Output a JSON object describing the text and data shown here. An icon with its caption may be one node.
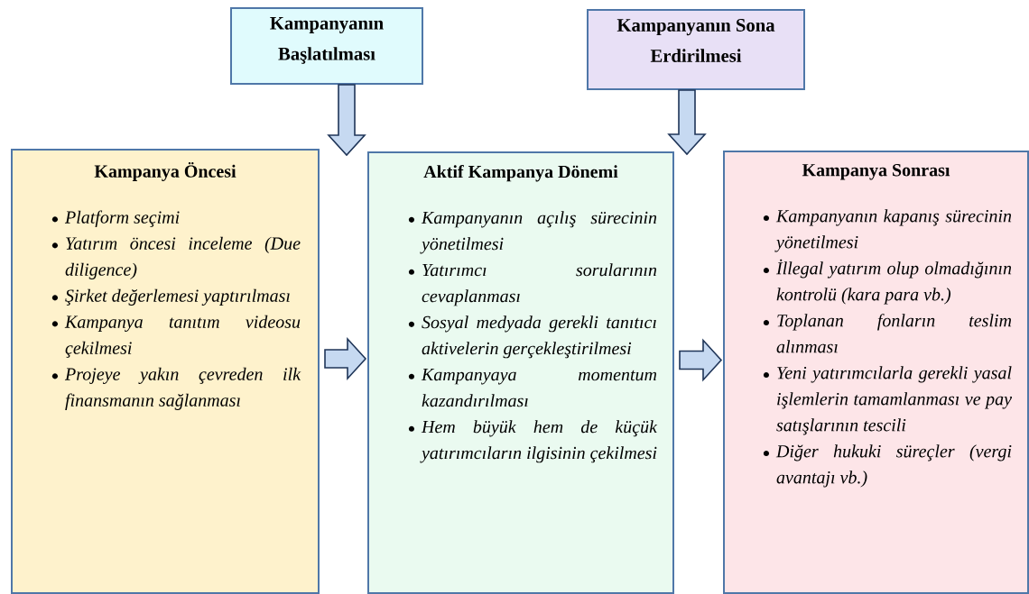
{
  "diagram": {
    "nodes": [
      {
        "text": [
          "Kampanyanın Başlatılması"
        ]
      },
      {
        "text": [
          "Kampanyanın Sona Erdirilmesi"
        ]
      },
      {
        "text": [
          "Kampanya Öncesi",
          "Platform seçimi",
          "Yatırım öncesi inceleme (Due diligence)",
          "Şirket değerlemesi yaptırılması",
          "Kampanya tanıtım videosu çekilmesi",
          "Projeye yakın çevreden ilk finansmanın sağlanması"
        ]
      },
      {
        "text": [
          "Aktif Kampanya Dönemi",
          "Kampanyanın açılış sürecinin yönetilmesi",
          "Yatırımcı sorularının cevaplanması",
          "Sosyal medyada gerekli tanıtıcı aktivelerin gerçekleştirilmesi",
          "Kampanyaya momentum kazandırılması",
          "Hem büyük hem de küçük yatırımcıların ilgisinin çekilmesi"
        ]
      },
      {
        "text": [
          "Kampanya Sonrası",
          "Kampanyanın kapanış sürecinin yönetilmesi",
          "İllegal yatırım olup olmadığının kontrolü (kara para vb.)",
          "Toplanan fonların teslim alınması",
          "Yeni yatırımcılarla gerekli yasal işlemlerin tamamlanması ve pay satışlarının tescili",
          "Diğer hukuki süreçler (vergi avantajı vb.)"
        ]
      }
    ],
    "edges": [
      {
        "from": 0,
        "to": 3,
        "arrow": "to"
      },
      {
        "from": 1,
        "to": 4,
        "arrow": "to"
      },
      {
        "from": 2,
        "to": 3,
        "arrow": "to"
      },
      {
        "from": 3,
        "to": 4,
        "arrow": "to"
      }
    ]
  }
}
